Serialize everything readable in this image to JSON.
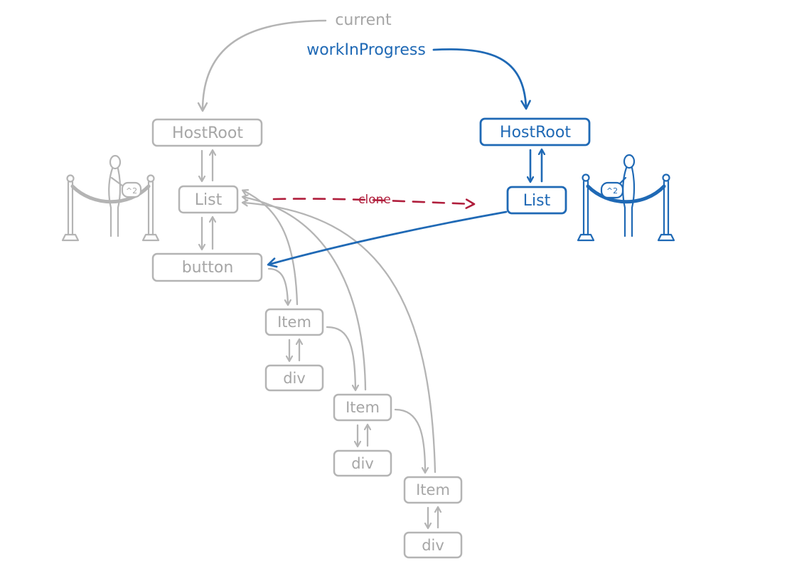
{
  "labels": {
    "current": "current",
    "work_in_progress": "workInProgress",
    "clone": "clone"
  },
  "current_tree": {
    "host_root": "HostRoot",
    "list": "List",
    "button": "button",
    "item_1": "Item",
    "div_1": "div",
    "item_2": "Item",
    "div_2": "div",
    "item_3": "Item",
    "div_3": "div"
  },
  "wip_tree": {
    "host_root": "HostRoot",
    "list": "List"
  },
  "badges": {
    "left": "^2",
    "right": "^2"
  },
  "colors": {
    "current_gray": "#b4b4b4",
    "current_text": "#a6a6a6",
    "wip_blue": "#1f69b5",
    "clone_red": "#b01e3c"
  }
}
